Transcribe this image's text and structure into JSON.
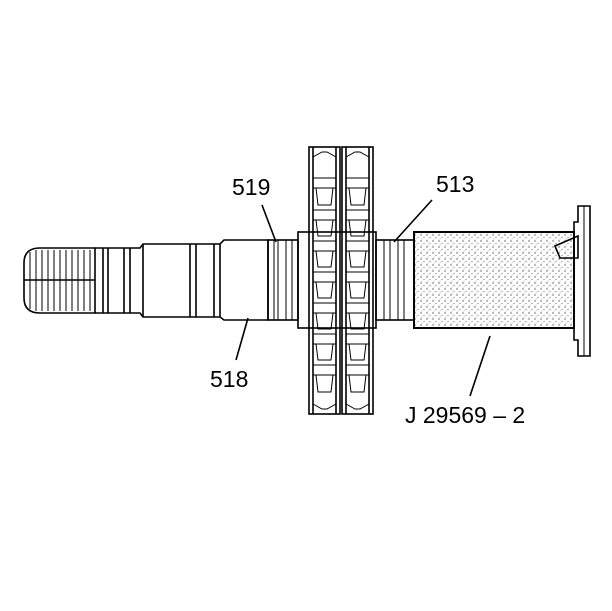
{
  "callouts": {
    "label_519": "519",
    "label_513": "513",
    "label_518": "518",
    "label_tool": "J 29569 – 2"
  },
  "colors": {
    "line": "#000000",
    "background": "#ffffff",
    "tool_fill": "#e6e6e6"
  }
}
